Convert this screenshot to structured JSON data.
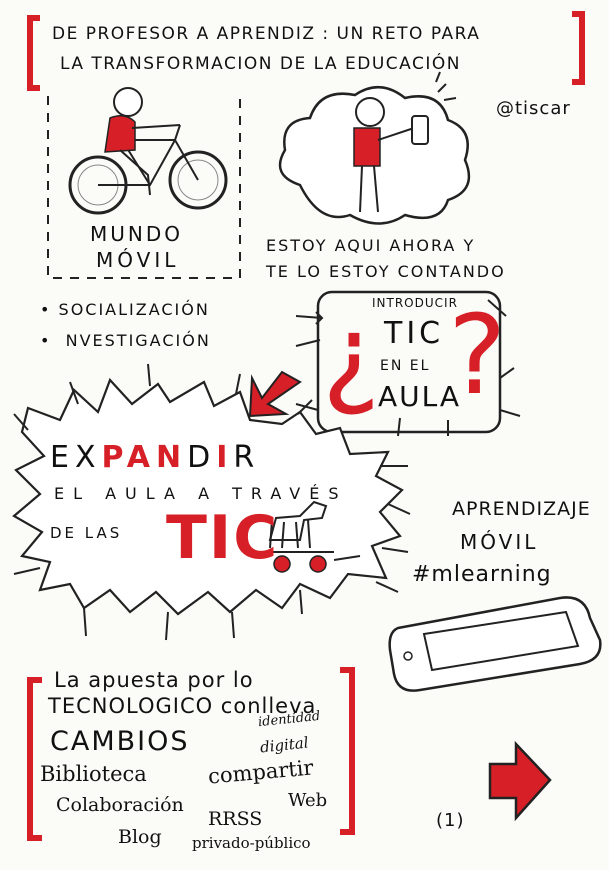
{
  "title": {
    "line1": "DE PROFESOR A APRENDIZ : UN RETO PARA",
    "line2": "LA TRANSFORMACION DE LA EDUCACIÓN"
  },
  "author": "@tiscar",
  "mundo": {
    "line1": "MUNDO",
    "line2": "MÓVIL"
  },
  "estoy": {
    "line1": "ESTOY AQUI AHORA Y",
    "line2": "TE LO ESTOY CONTANDO"
  },
  "bullets": [
    "SOCIALIZACIÓN",
    "NVESTIGACIÓN"
  ],
  "question": {
    "top": "INTRODUCIR",
    "tic": "TIC",
    "en_el": "EN EL",
    "aula": "AULA"
  },
  "expandir": {
    "word_a": "EX",
    "word_b": "PAN",
    "word_c": "D",
    "word_d": "I",
    "word_e": "R",
    "line2": "EL AULA A TRAVÉS",
    "line3": "DE LAS",
    "tic": "TIC"
  },
  "aprendizaje": {
    "line1": "APRENDIZAJE",
    "line2": "MÓVIL",
    "line3": "#mlearning"
  },
  "bottom": {
    "line1": "La apuesta por lo",
    "line2": "TECNOLOGICO conlleva",
    "cambios": "CAMBIOS",
    "identidad": "identidad",
    "digital": "digital",
    "biblioteca": "Biblioteca",
    "compartir": "compartir",
    "web": "Web",
    "colaboracion": "Colaboración",
    "rrss": "RRSS",
    "blog": "Blog",
    "privado": "privado-público"
  },
  "page_number": "(1)",
  "colors": {
    "accent": "#d61f26",
    "ink": "#111111",
    "paper": "#fbfbf8"
  }
}
